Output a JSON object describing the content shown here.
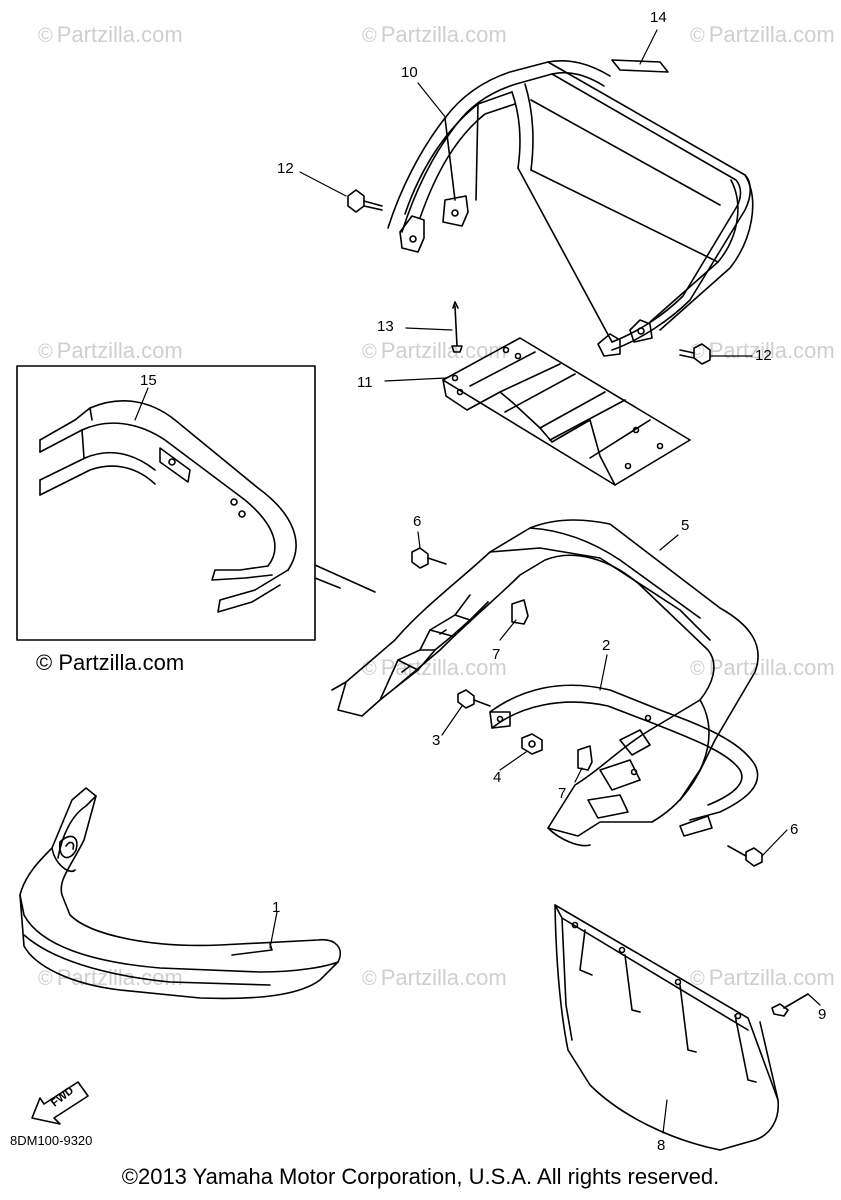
{
  "watermark": {
    "symbol": "©",
    "text": "Partzilla.com"
  },
  "callouts": {
    "c1": "1",
    "c2": "2",
    "c3": "3",
    "c4": "4",
    "c5": "5",
    "c6a": "6",
    "c6b": "6",
    "c7a": "7",
    "c7b": "7",
    "c8": "8",
    "c9": "9",
    "c10": "10",
    "c11": "11",
    "c12a": "12",
    "c12b": "12",
    "c13": "13",
    "c14": "14",
    "c15": "15"
  },
  "inset_copyright": "© Partzilla.com",
  "part_code": "8DM100-9320",
  "fwd_label": "FWD",
  "copyright": "©2013  Yamaha Motor Corporation, U.S.A. All rights reserved.",
  "colors": {
    "line": "#000000",
    "watermark": "#cfcfcf",
    "background": "#ffffff"
  }
}
